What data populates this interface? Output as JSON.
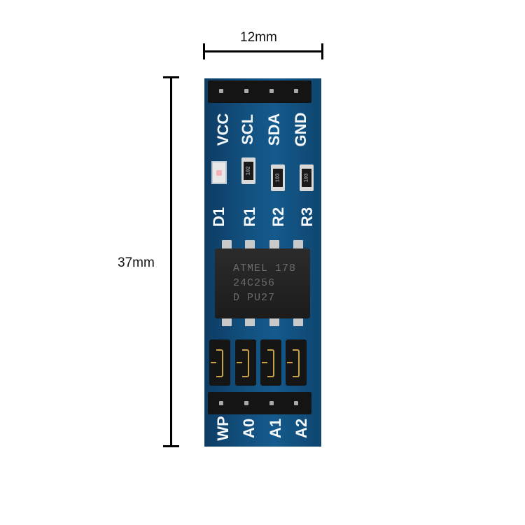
{
  "dimensions": {
    "width_label": "12mm",
    "height_label": "37mm"
  },
  "board": {
    "top_labels": [
      "VCC",
      "SCL",
      "SDA",
      "GND"
    ],
    "component_labels": [
      "D1",
      "R1",
      "R2",
      "R3"
    ],
    "resistor_codes": [
      "102",
      "103",
      "103"
    ],
    "bottom_labels": [
      "WP",
      "A0",
      "A1",
      "A2"
    ]
  },
  "chip": {
    "line1": "ATMEL 178",
    "line2": "24C256",
    "line3": "D   PU27"
  },
  "colors": {
    "pcb": "#12507f",
    "silkscreen": "#f4f8fb",
    "header": "#141414",
    "jumper_clip": "#c9a24a"
  }
}
